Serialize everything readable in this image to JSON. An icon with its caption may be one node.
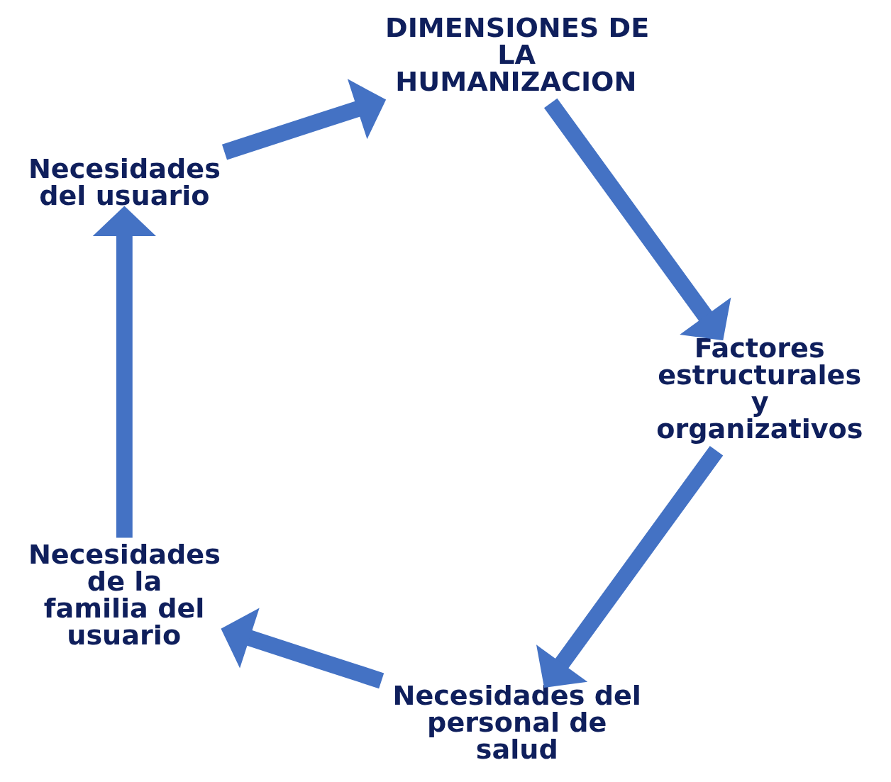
{
  "diagram": {
    "nodes": [
      {
        "text": [
          "Necesidades del personal de salud"
        ]
      },
      {
        "text": [
          "Necesidades de la familia del usuario"
        ]
      },
      {
        "text": [
          "Necesidades del usuario"
        ]
      },
      {
        "text": [
          "DIMENSIONES DE LA HUMANIZACION"
        ]
      },
      {
        "text": [
          "Factores estructurales y organizativos"
        ]
      }
    ],
    "edges": [
      {
        "from": 0,
        "to": 1,
        "arrow": "to"
      },
      {
        "from": 1,
        "to": 2,
        "arrow": "to"
      },
      {
        "from": 2,
        "to": 3,
        "arrow": "to"
      },
      {
        "from": 3,
        "to": 4,
        "arrow": "to"
      },
      {
        "from": 4,
        "to": 0,
        "arrow": "to"
      }
    ]
  }
}
